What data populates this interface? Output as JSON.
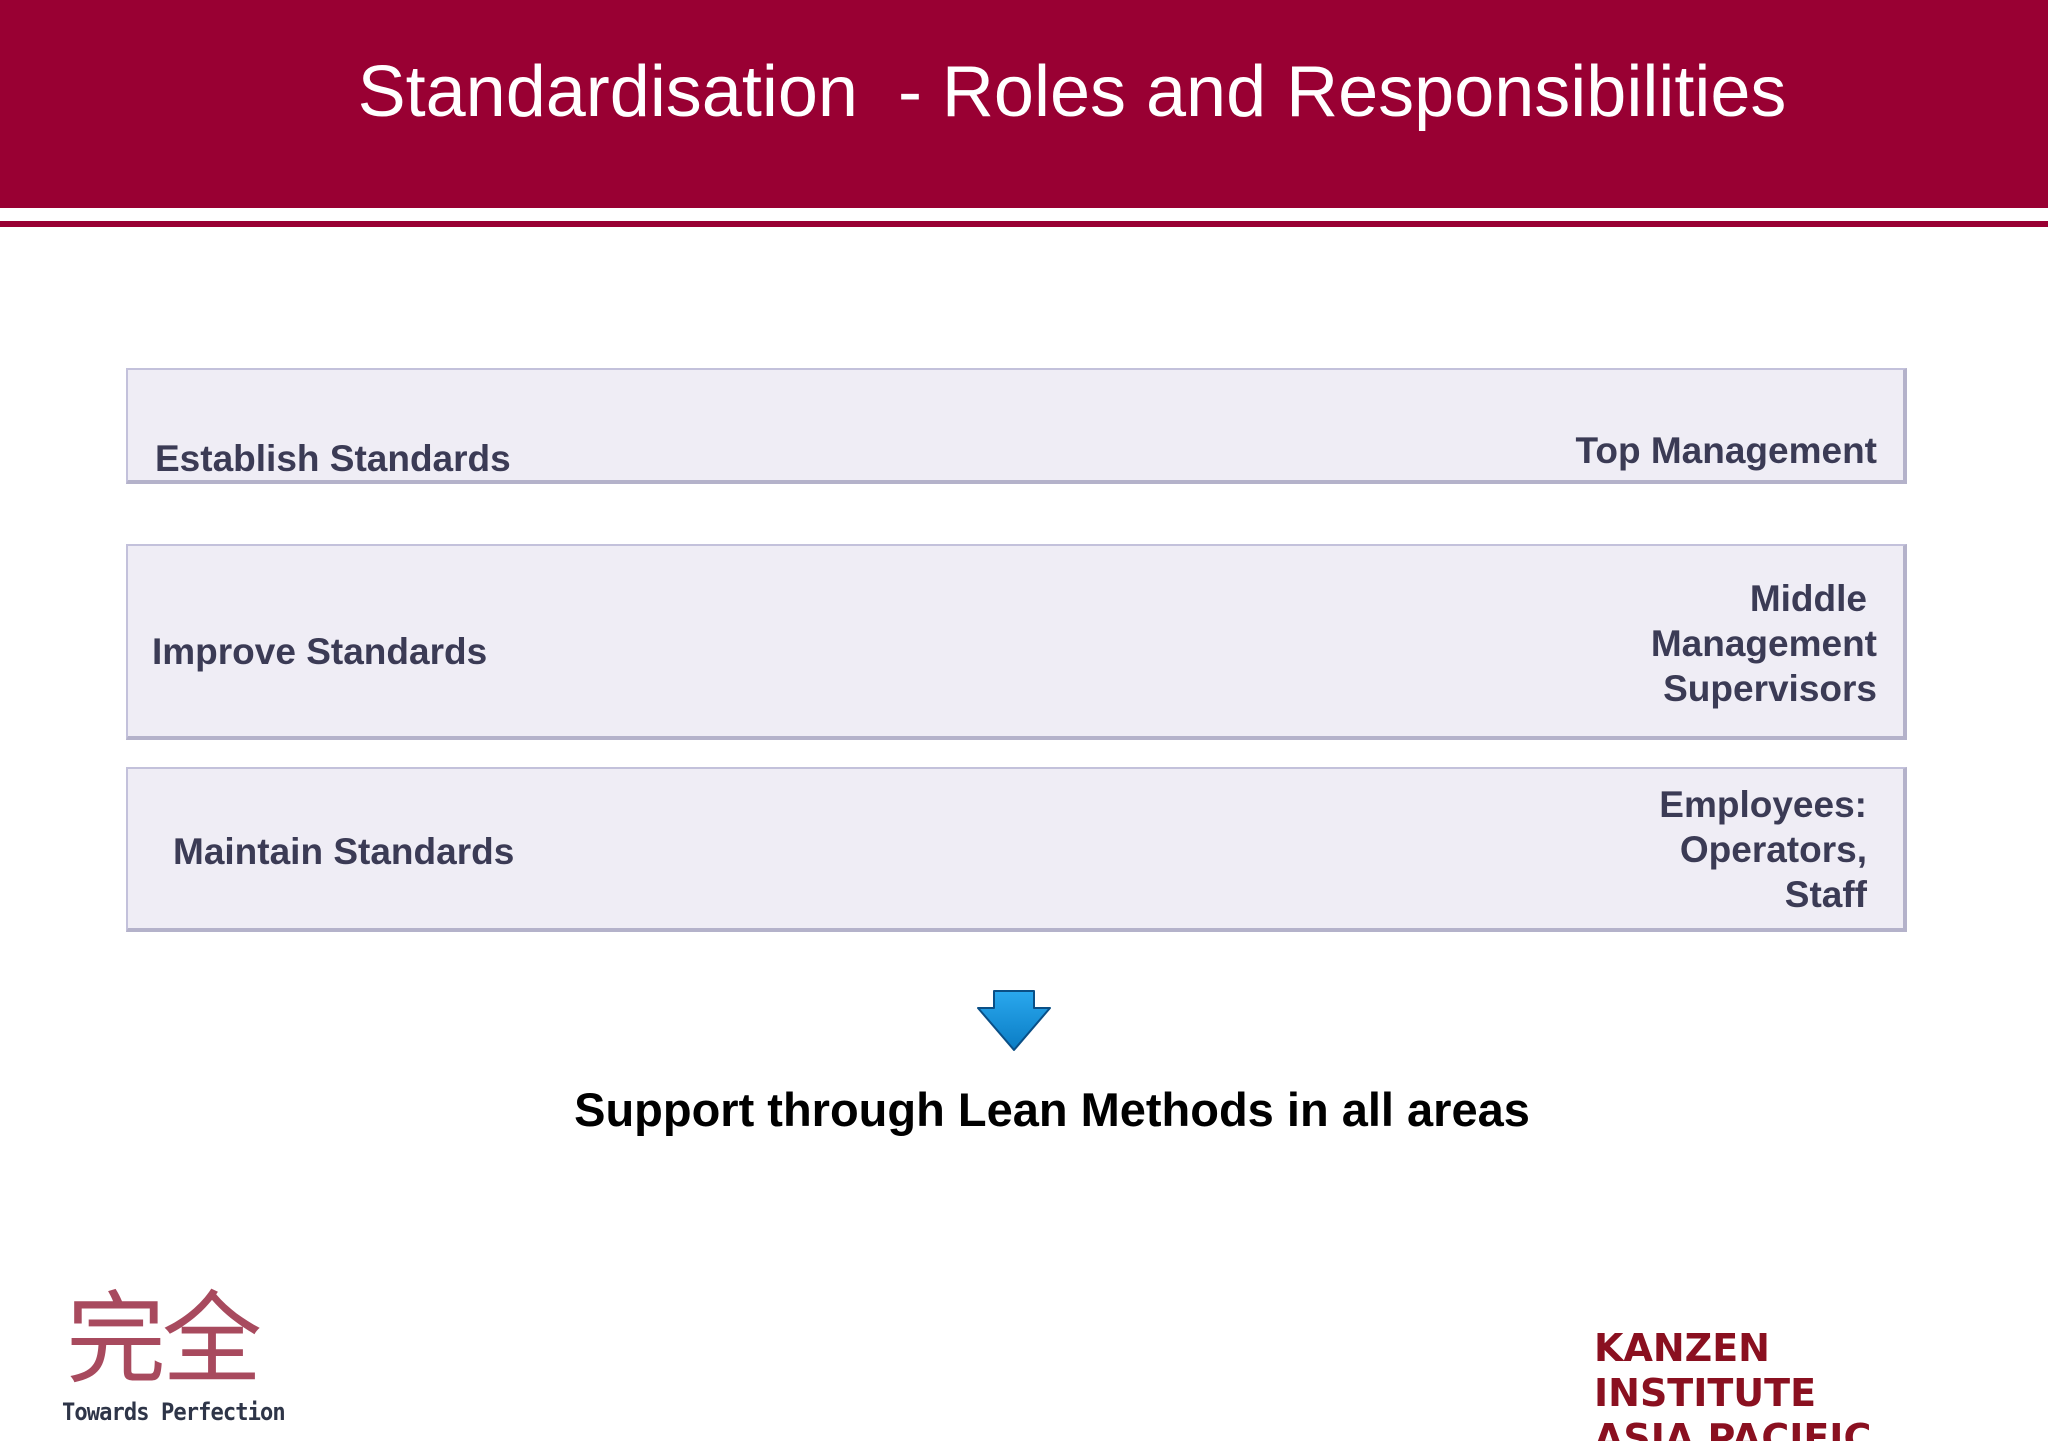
{
  "header": {
    "title": "Standardisation  - Roles and Responsibilities"
  },
  "rows": [
    {
      "activity": "Establish Standards",
      "roles": [
        "Top  Management"
      ]
    },
    {
      "activity": "Improve Standards",
      "roles": [
        "Middle",
        "Management",
        "Supervisors"
      ]
    },
    {
      "activity": "Maintain Standards",
      "roles": [
        "Employees:",
        "Operators,",
        "Staff"
      ]
    }
  ],
  "arrow": {
    "icon": "down-arrow-icon",
    "color": "#0a8fd8"
  },
  "support_text": "Support through Lean Methods in all areas",
  "logos": {
    "left": {
      "kanji": "完全",
      "tagline": "Towards Perfection"
    },
    "right": {
      "lines": [
        "KANZEN",
        "INSTITUTE",
        "ASIA PACIFIC"
      ]
    }
  },
  "colors": {
    "brand": "#990033",
    "box_fill": "#efedf5",
    "box_text": "#3b3b55"
  }
}
